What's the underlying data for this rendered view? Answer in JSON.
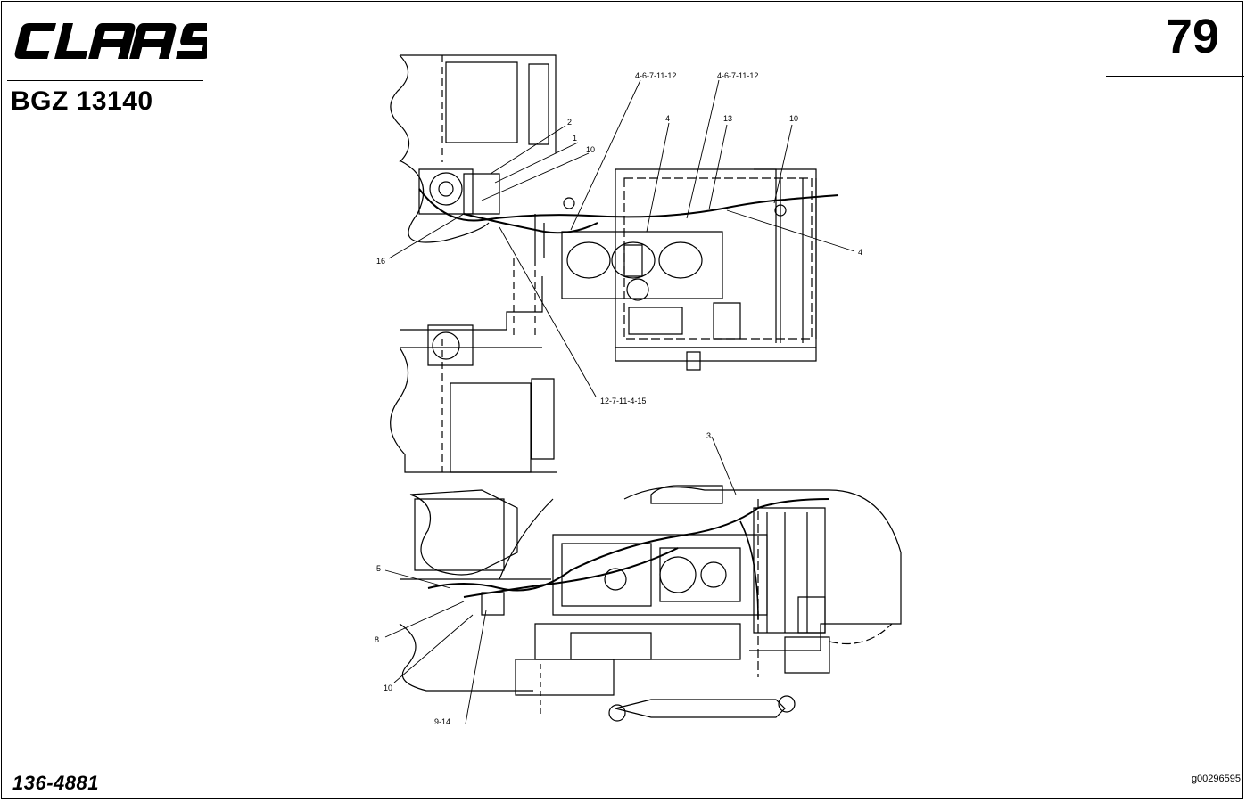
{
  "header": {
    "brand": "CLAAS",
    "doc_code": "BGZ 13140",
    "page_number": "79"
  },
  "footer": {
    "part_number": "136-4881",
    "image_id": "g00296595"
  },
  "top_view": {
    "callouts": [
      "2",
      "1",
      "10",
      "4-6-7-11-12",
      "4",
      "4-6-7-11-12",
      "13",
      "10",
      "4",
      "16",
      "12-7-11-4-15"
    ]
  },
  "side_view": {
    "callouts": [
      "3",
      "5",
      "8",
      "10",
      "9-14"
    ]
  }
}
